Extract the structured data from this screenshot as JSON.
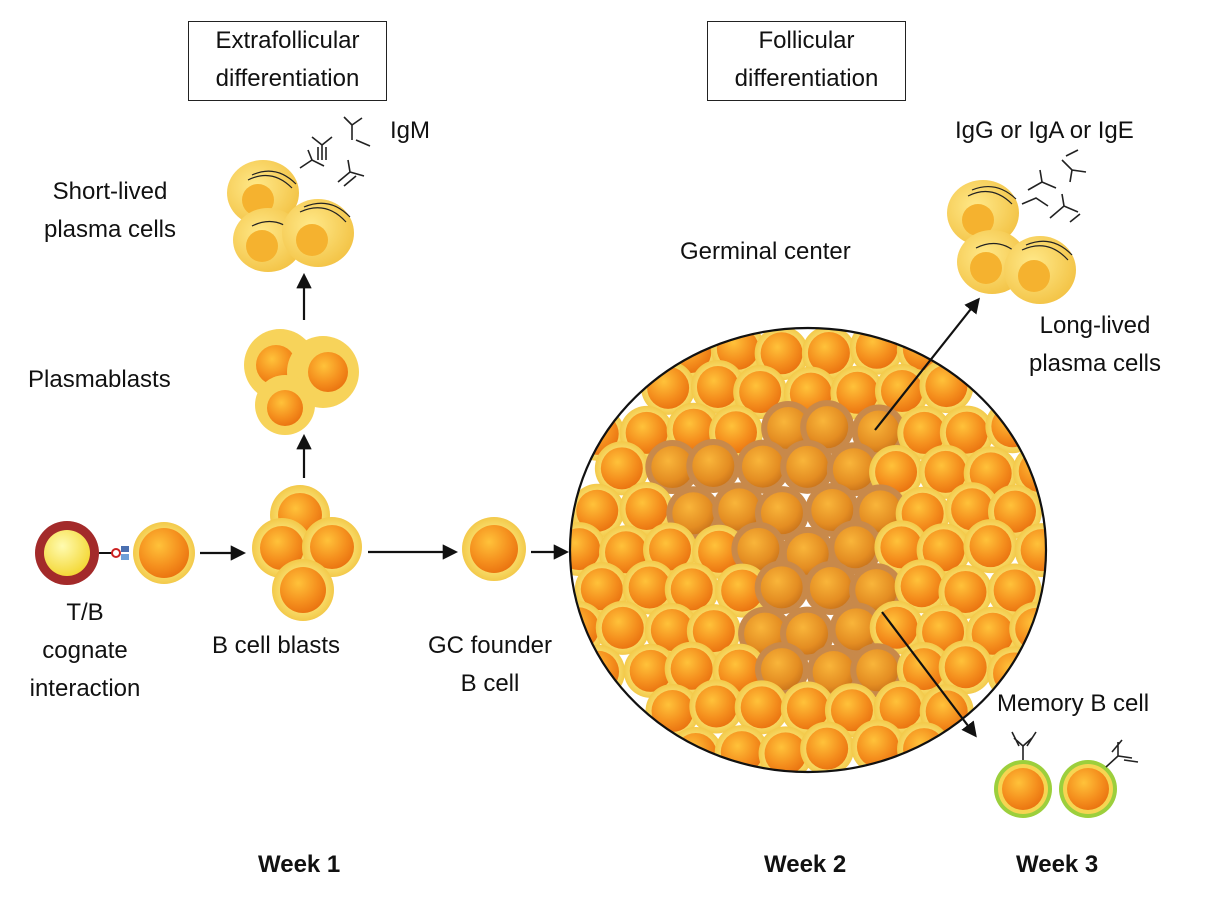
{
  "headers": {
    "extrafollicular": [
      "Extrafollicular",
      "differentiation"
    ],
    "follicular": [
      "Follicular",
      "differentiation"
    ]
  },
  "labels": {
    "igm": "IgM",
    "igg_iga_ige": "IgG or IgA or IgE",
    "short_lived": [
      "Short-lived",
      "plasma cells"
    ],
    "plasmablasts": "Plasmablasts",
    "germinal_center": "Germinal center",
    "long_lived": [
      "Long-lived",
      "plasma cells"
    ],
    "tb_cognate": [
      "T/B",
      "cognate",
      "interaction"
    ],
    "b_cell_blasts": "B cell blasts",
    "gc_founder": [
      "GC founder",
      "B cell"
    ],
    "memory_b": "Memory B cell"
  },
  "weeks": [
    "Week 1",
    "Week 2",
    "Week 3"
  ],
  "colors": {
    "cell_core": "#f08a1a",
    "cell_halo": "#f7d65a",
    "cell_dark": "#b56a2a",
    "plasma_body": "#f5cf55",
    "memory_ring": "#9ccf3c",
    "t_cell_ring": "#a32a2a",
    "t_cell_core": "#f8e24a",
    "line": "#111111"
  }
}
